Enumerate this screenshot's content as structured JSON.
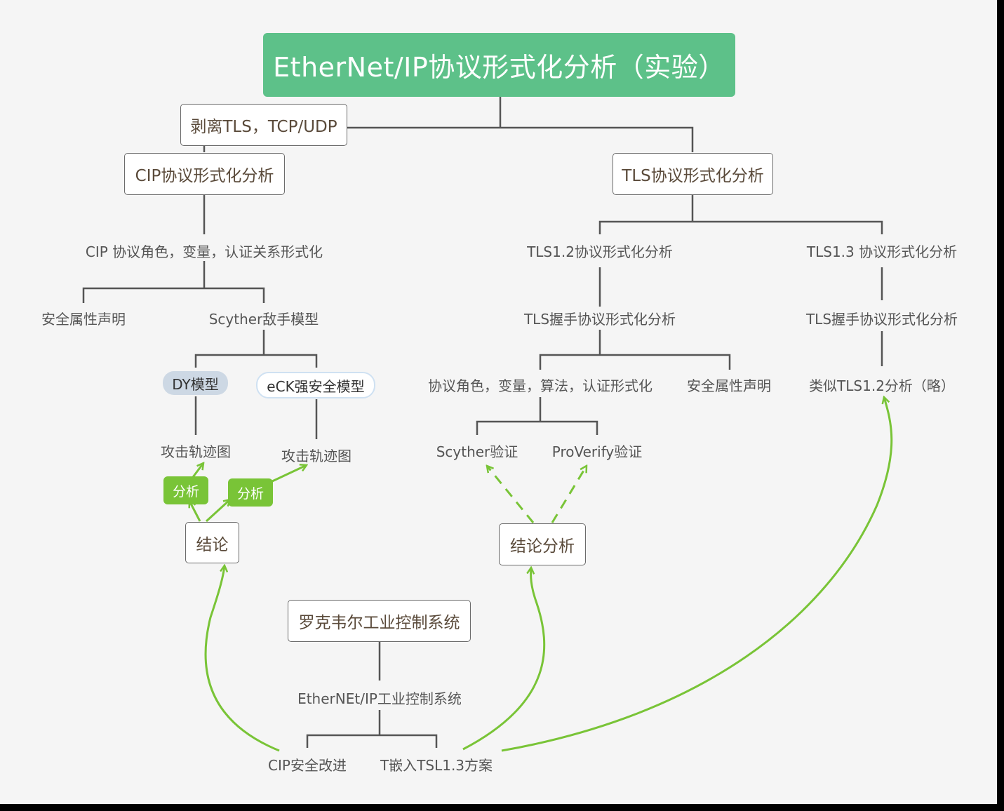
{
  "root": {
    "title": "EtherNet/IP协议形式化分析（实验）"
  },
  "nodes": {
    "strip": "剥离TLS，TCP/UDP",
    "cip": "CIP协议形式化分析",
    "tls": "TLS协议形式化分析",
    "cip_roles": "CIP 协议角色，变量，认证关系形式化",
    "cip_security": "安全属性声明",
    "scyther_model": "Scyther敌手模型",
    "dy": "DY模型",
    "eck": "eCK强安全模型",
    "attack1": "攻击轨迹图",
    "attack2": "攻击轨迹图",
    "analysis_tag1": "分析",
    "analysis_tag2": "分析",
    "conclusion": "结论",
    "tls12": "TLS1.2协议形式化分析",
    "tls13": "TLS1.3 协议形式化分析",
    "tls12_handshake": "TLS握手协议形式化分析",
    "tls13_handshake": "TLS握手协议形式化分析",
    "tls_roles": "协议角色，变量，算法，认证形式化",
    "tls_security": "安全属性声明",
    "similar": "类似TLS1.2分析（略）",
    "scyther_verify": "Scyther验证",
    "proverify": "ProVerify验证",
    "conclusion_analysis": "结论分析",
    "rockwell": "罗克韦尔工业控制系统",
    "enip_system": "EtherNEt/IP工业控制系统",
    "cip_improve": "CIP安全改进",
    "embed_tls": "T嵌入TSL1.3方案"
  },
  "colors": {
    "root_bg": "#5dc189",
    "connector": "#555555",
    "arrow_green": "#79c437",
    "tag_green": "#79c437",
    "canvas_bg": "#f5f5f5"
  }
}
